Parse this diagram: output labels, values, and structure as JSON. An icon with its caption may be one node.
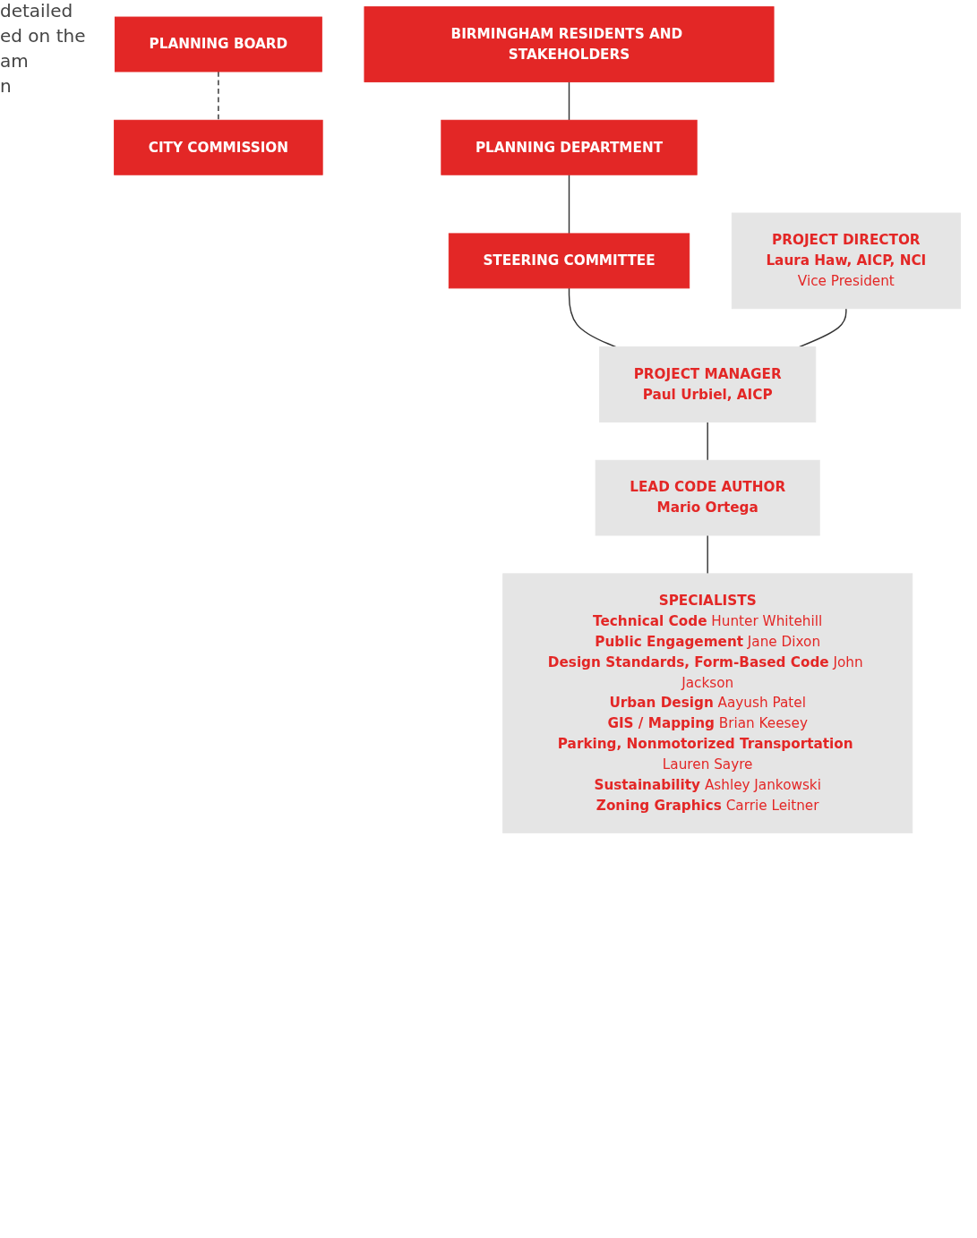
{
  "diagram": {
    "nodes": [
      {
        "text": [
          "BIRMINGHAM RESIDENTS AND STAKEHOLDERS"
        ]
      },
      {
        "text": [
          "PLANNING BOARD"
        ]
      },
      {
        "text": [
          "CITY COMMISSION"
        ]
      },
      {
        "text": [
          "PLANNING DEPARTMENT"
        ]
      },
      {
        "text": [
          "STEERING COMMITTEE"
        ]
      },
      {
        "text": [
          "PROJECT DIRECTOR",
          "Laura Haw, AICP, NCI",
          "Vice President"
        ]
      },
      {
        "text": [
          "PROJECT MANAGER",
          "Paul Urbiel, AICP"
        ]
      },
      {
        "text": [
          "LEAD CODE AUTHOR",
          "Mario Ortega"
        ]
      },
      {
        "text": [
          "SPECIALISTS",
          "Technical Code",
          "Hunter Whitehill",
          "Public Engagement",
          "Jane Dixon",
          "Design Standards, Form-Based Code",
          "John Jackson",
          "Urban Design",
          "Aayush Patel",
          "GIS / Mapping",
          "Brian Keesey",
          "Parking, Nonmotorized Transportation",
          "Lauren Sayre",
          "Sustainability",
          "Ashley Jankowski",
          "Zoning Graphics",
          "Carrie Leitner"
        ]
      }
    ],
    "edges": [
      {
        "from": 0,
        "to": 3,
        "arrow": "none"
      },
      {
        "from": 1,
        "to": 2,
        "arrow": "none",
        "style": "dashed"
      },
      {
        "from": 3,
        "to": 4,
        "arrow": "none"
      },
      {
        "from": 4,
        "to": 6,
        "arrow": "none"
      },
      {
        "from": 5,
        "to": 6,
        "arrow": "none"
      },
      {
        "from": 6,
        "to": 7,
        "arrow": "none"
      },
      {
        "from": 7,
        "to": 8,
        "arrow": "none"
      }
    ],
    "labels": [
      "detailed",
      "ed on the",
      "am",
      "n"
    ]
  }
}
